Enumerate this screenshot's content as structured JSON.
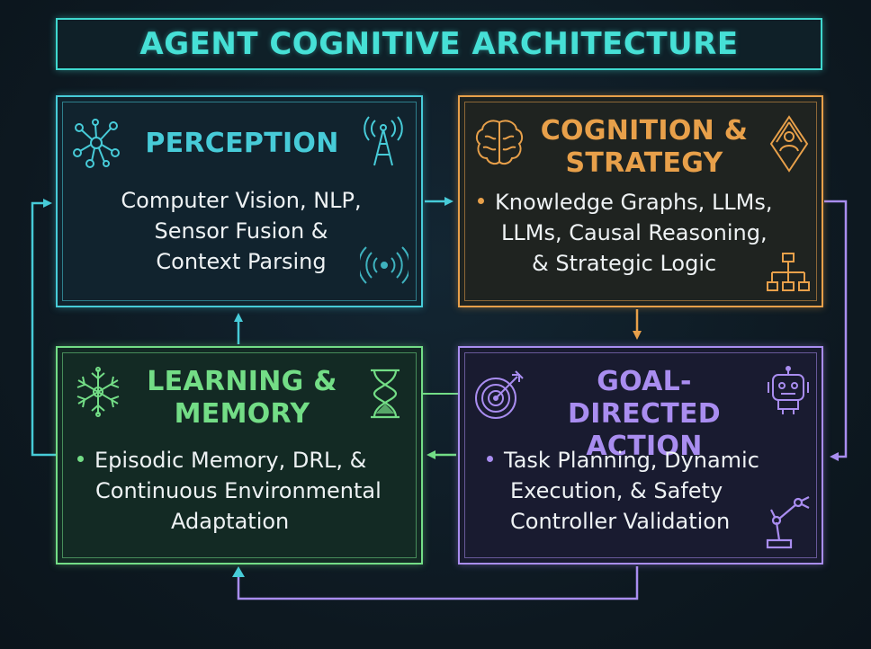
{
  "title": "AGENT COGNITIVE ARCHITECTURE",
  "panels": {
    "perception": {
      "title": "PERCEPTION",
      "lines": [
        "Computer Vision, NLP,",
        "Sensor Fusion &",
        "Context Parsing"
      ],
      "color": "#47cbd8",
      "icons": [
        "neural-network-icon",
        "antenna-icon",
        "wireless-signal-icon"
      ]
    },
    "cognition": {
      "title_lines": [
        "COGNITION &",
        "STRATEGY"
      ],
      "lines": [
        "Knowledge Graphs, LLMs,",
        "LLMs, Causal Reasoning,",
        "& Strategic Logic"
      ],
      "color": "#e8a04a",
      "icons": [
        "brain-icon",
        "diamond-figure-icon",
        "hierarchy-icon"
      ]
    },
    "learning": {
      "title_lines": [
        "LEARNING &",
        "MEMORY"
      ],
      "lines": [
        "Episodic Memory, DRL, &",
        "Continuous Environmental",
        "Adaptation"
      ],
      "color": "#73dd86",
      "icons": [
        "snowflake-network-icon",
        "hourglass-icon"
      ]
    },
    "action": {
      "title_lines": [
        "GOAL-DIRECTED",
        "ACTION"
      ],
      "lines": [
        "Task Planning, Dynamic",
        "Execution, & Safety",
        "Controller Validation"
      ],
      "color": "#a98df0",
      "icons": [
        "target-icon",
        "robot-head-icon",
        "robot-arm-icon"
      ]
    }
  }
}
